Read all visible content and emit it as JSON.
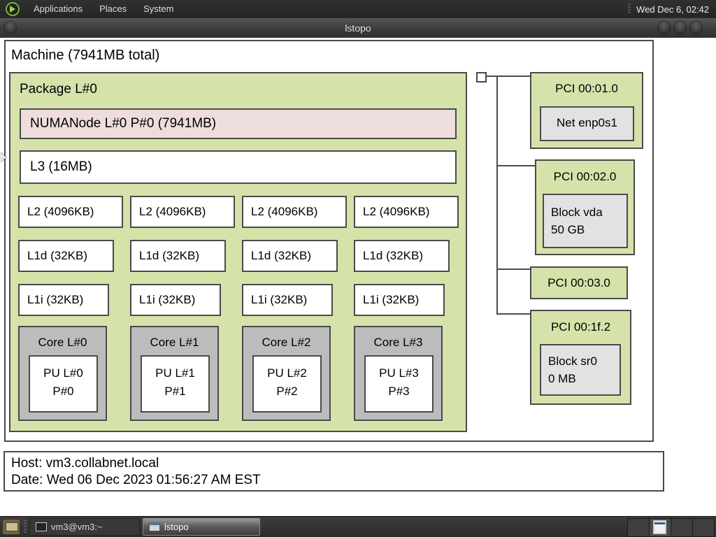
{
  "panel": {
    "menus": [
      "Applications",
      "Places",
      "System"
    ],
    "clock": "Wed Dec 6, 02:42"
  },
  "window": {
    "title": "lstopo"
  },
  "topology": {
    "machine_label": "Machine (7941MB total)",
    "package": {
      "label": "Package L#0",
      "numanode_label": "NUMANode L#0 P#0 (7941MB)",
      "l3_label": "L3 (16MB)",
      "l2_labels": [
        "L2 (4096KB)",
        "L2 (4096KB)",
        "L2 (4096KB)",
        "L2 (4096KB)"
      ],
      "l1d_labels": [
        "L1d (32KB)",
        "L1d (32KB)",
        "L1d (32KB)",
        "L1d (32KB)"
      ],
      "l1i_labels": [
        "L1i (32KB)",
        "L1i (32KB)",
        "L1i (32KB)",
        "L1i (32KB)"
      ],
      "cores": [
        {
          "label": "Core L#0",
          "pu_line1": "PU L#0",
          "pu_line2": "P#0"
        },
        {
          "label": "Core L#1",
          "pu_line1": "PU L#1",
          "pu_line2": "P#1"
        },
        {
          "label": "Core L#2",
          "pu_line1": "PU L#2",
          "pu_line2": "P#2"
        },
        {
          "label": "Core L#3",
          "pu_line1": "PU L#3",
          "pu_line2": "P#3"
        }
      ]
    },
    "pci": [
      {
        "label": "PCI 00:01.0",
        "device_line1": "Net enp0s1"
      },
      {
        "label": "PCI 00:02.0",
        "device_line1": "Block vda",
        "device_line2": "50 GB"
      },
      {
        "label": "PCI 00:03.0"
      },
      {
        "label": "PCI 00:1f.2",
        "device_line1": "Block sr0",
        "device_line2": "0 MB"
      }
    ],
    "footer": {
      "host": "Host: vm3.collabnet.local",
      "date": "Date: Wed 06 Dec 2023 01:56:27 AM EST"
    }
  },
  "taskbar": {
    "tasks": [
      {
        "label": "vm3@vm3:~"
      },
      {
        "label": "lstopo"
      }
    ],
    "workspace_count": 4
  },
  "icons": {
    "distro_logo": "green-circle-arrow",
    "window_controls": "round-buttons",
    "task1_icon": "terminal-icon",
    "task2_icon": "window-icon",
    "show_desktop": "desktop-icon"
  },
  "colors": {
    "package_green": "#d5e3ab",
    "numanode_pink": "#eddedd",
    "core_gray": "#bcbcbc",
    "os_device_gray": "#e2e2e2",
    "box_border": "#4a4a4a",
    "panel_dark": "#2c2c2c"
  }
}
